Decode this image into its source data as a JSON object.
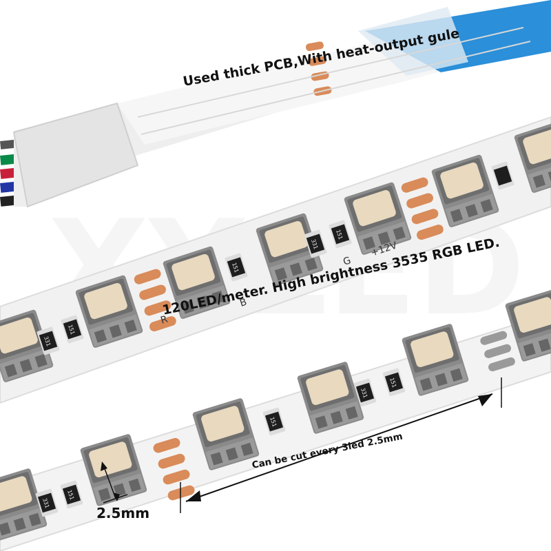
{
  "captions": {
    "pcb": "Used thick PCB,With heat-output gule",
    "brightness": "120LED/meter. High brightness 3535 RGB LED.",
    "cut": "Can be cut every 3led 2.5mm",
    "dimension": "2.5mm"
  },
  "watermark": "XYLED",
  "strip_labels": {
    "blue": "B",
    "red": "R",
    "green": "G",
    "voltage": "+12V",
    "resistor_a": "151",
    "resistor_b": "331"
  },
  "colors": {
    "pcb_white": "#f1f1f1",
    "protective_film_blue": "#2b8fd9",
    "copper_pad": "#d98b5a",
    "led_body": "#7a7a7a",
    "led_lens": "#e6d6bd",
    "resistor_black": "#1e1e1e",
    "wire_green": "#0a8a4a",
    "wire_red": "#c8203a",
    "wire_blue": "#2236a6",
    "wire_black": "#222222"
  }
}
